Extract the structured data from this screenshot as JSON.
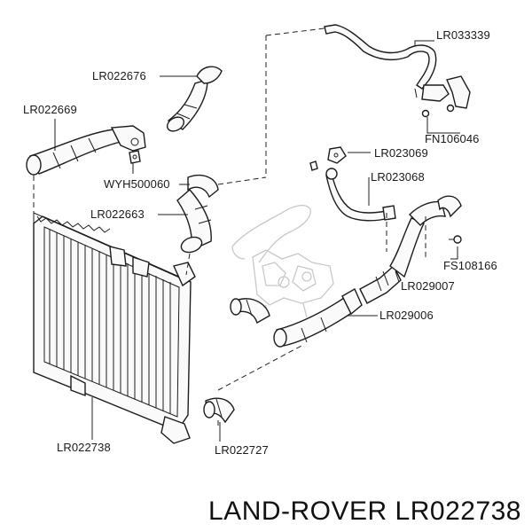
{
  "labels": {
    "lr033339": "LR033339",
    "lr022676": "LR022676",
    "lr022669": "LR022669",
    "fn106046": "FN106046",
    "lr023069": "LR023069",
    "lr023068": "LR023068",
    "wyh500060": "WYH500060",
    "lr022663": "LR022663",
    "fs108166": "FS108166",
    "lr029007": "LR029007",
    "lr029006": "LR029006",
    "lr022738": "LR022738",
    "lr022727": "LR022727"
  },
  "footer": "LAND-ROVER LR022738"
}
